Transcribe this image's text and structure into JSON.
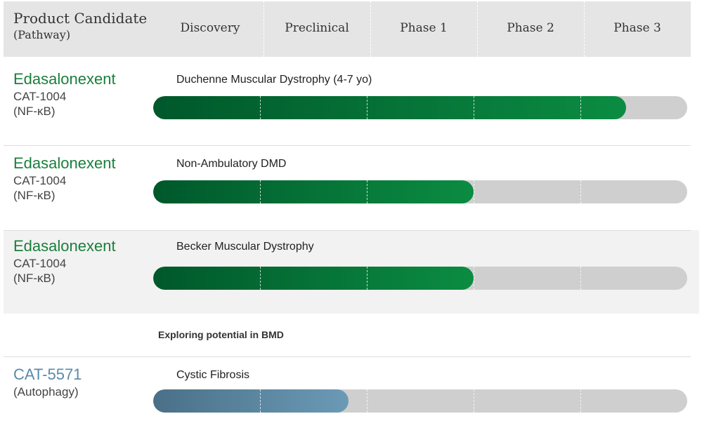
{
  "header": {
    "title": "Product Candidate",
    "subtitle": "(Pathway)",
    "stages": [
      "Discovery",
      "Preclinical",
      "Phase 1",
      "Phase 2",
      "Phase 3"
    ]
  },
  "colors": {
    "green_start": "#00582b",
    "green_end": "#0b8c42",
    "blue_start": "#4a7088",
    "blue_end": "#6b9ab6",
    "track": "#cfcfcf",
    "header_bg": "#e5e5e5"
  },
  "chart_data": {
    "type": "bar",
    "orientation": "horizontal",
    "categories": [
      "Discovery",
      "Preclinical",
      "Phase 1",
      "Phase 2",
      "Phase 3"
    ],
    "rows": [
      {
        "candidate": "Edasalonexent",
        "code": "CAT-1004",
        "pathway": "(NF-κB)",
        "indication": "Duchenne Muscular Dystrophy (4-7 yo)",
        "progress_stages": 4.43,
        "color": "green"
      },
      {
        "candidate": "Edasalonexent",
        "code": "CAT-1004",
        "pathway": "(NF-κB)",
        "indication": "Non-Ambulatory DMD",
        "progress_stages": 3.0,
        "color": "green"
      },
      {
        "candidate": "Edasalonexent",
        "code": "CAT-1004",
        "pathway": "(NF-κB)",
        "indication": "Becker Muscular Dystrophy",
        "progress_stages": 3.0,
        "color": "green"
      },
      {
        "candidate": "CAT-5571",
        "code": "",
        "pathway": "(Autophagy)",
        "indication": "Cystic Fibrosis",
        "progress_stages": 1.83,
        "color": "blue"
      }
    ],
    "annotation": "Exploring potential in BMD",
    "xlim": [
      0,
      5
    ]
  }
}
